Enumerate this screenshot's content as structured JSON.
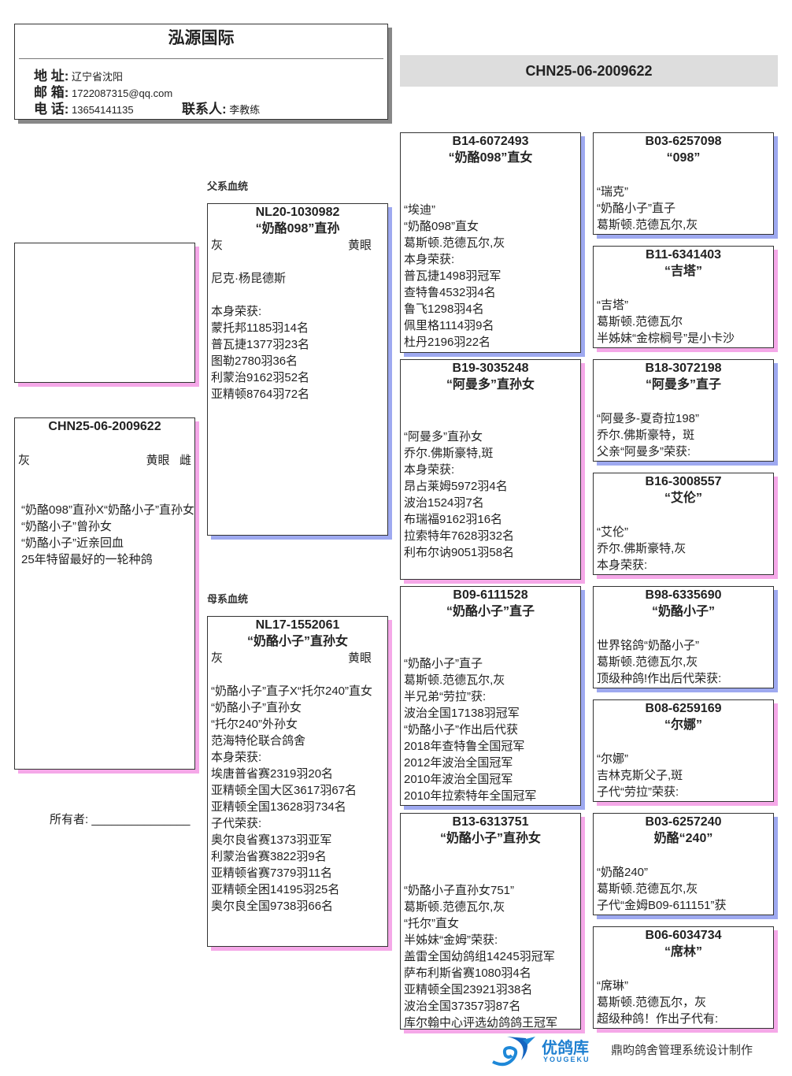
{
  "header": {
    "title": "泓源国际",
    "address_label": "地 址:",
    "address": "辽宁省沈阳",
    "email_label": "邮 箱:",
    "email": "1722087315@qq.com",
    "phone_label": "电 话:",
    "phone": "13654141135",
    "contact_label": "联系人:",
    "contact": "李教练"
  },
  "ring_title": "CHN25-06-2009622",
  "subject": {
    "ring": "CHN25-06-2009622",
    "color": "灰",
    "eye": "黄眼",
    "sex": "雌",
    "lines": [
      "“奶酪098”直孙X“奶酪小子”直孙女",
      "“奶酪小子”曾孙女",
      "“奶酪小子”近亲回血",
      "25年特留最好的一轮种鸽"
    ]
  },
  "owner": {
    "label": "所有者:",
    "blank": "_______________"
  },
  "sire_label": "父系血统",
  "dam_label": "母系血统",
  "sire": {
    "ring": "NL20-1030982",
    "name": "“奶酪098”直孙",
    "color": "灰",
    "eye": "黄眼",
    "lines": [
      "",
      "尼克·杨昆德斯",
      "",
      "本身荣获:",
      "蒙托邦1185羽14名",
      "普瓦捷1377羽23名",
      "图勒2780羽36名",
      "利蒙治9162羽52名",
      "亚精顿8764羽72名"
    ]
  },
  "dam": {
    "ring": "NL17-1552061",
    "name": "“奶酪小子”直孙女",
    "color": "灰",
    "eye": "黄眼",
    "lines": [
      "",
      "“奶酪小子”直子X“托尔240”直女",
      "“奶酪小子”直孙女",
      "“托尔240”外孙女",
      "范海特伦联合鸽舍",
      "本身荣获:",
      "埃唐普省赛2319羽20名",
      "亚精顿全国大区3617羽67名",
      "亚精顿全国13628羽734名",
      "子代荣获:",
      "奥尔良省赛1373羽亚军",
      "利蒙治省赛3822羽9名",
      "亚精顿省赛7379羽11名",
      "亚精顿全困14195羽25名",
      "奥尔良全国9738羽66名"
    ]
  },
  "grandparents": [
    {
      "ring": "B14-6072493",
      "name": "“奶酪098”直女",
      "lines": [
        "“埃迪”",
        "“奶酪098”直女",
        "葛斯顿.范德瓦尔,灰",
        "本身荣获:",
        "普瓦捷1498羽冠军",
        "查特鲁4532羽4名",
        "鲁飞1298羽4名",
        "佩里格1114羽9名",
        "杜丹2196羽22名"
      ]
    },
    {
      "ring": "B19-3035248",
      "name": "“阿曼多”直孙女",
      "lines": [
        "“阿曼多”直孙女",
        "乔尔.佛斯豪特,斑",
        "本身荣获:",
        "昂占莱姆5972羽4名",
        "波治1524羽7名",
        "布瑞福9162羽16名",
        "拉索特年7628羽32名",
        "利布尔讷9051羽58名"
      ]
    },
    {
      "ring": "B09-6111528",
      "name": "“奶酪小子”直子",
      "lines": [
        "“奶酪小子”直子",
        "葛斯顿.范德瓦尔,灰",
        "半兄弟“劳拉”获:",
        "波治全国17138羽冠军",
        "“奶酪小子”作出后代获",
        "2018年查特鲁全国冠军",
        "2012年波治全国冠军",
        "2010年波治全国冠军",
        "2010年拉索特年全国冠军"
      ]
    },
    {
      "ring": "B13-6313751",
      "name": "“奶酪小子”直孙女",
      "lines": [
        "“奶酪小子直孙女751”",
        "葛斯顿.范德瓦尔,灰",
        "“托尔”直女",
        "半姊妹“金姆”荣获:",
        "盖雷全国幼鸽组14245羽冠军",
        "萨布利斯省赛1080羽4名",
        "亚精顿全国23921羽38名",
        "波治全国37357羽87名",
        "库尔翰中心评选幼鸽鸽王冠军"
      ]
    }
  ],
  "great_grandparents": [
    {
      "ring": "B03-6257098",
      "name": "“098”",
      "lines": [
        "“瑞克”",
        "“奶酪小子”直子",
        "葛斯顿.范德瓦尔,灰"
      ]
    },
    {
      "ring": "B11-6341403",
      "name": "“吉塔”",
      "lines": [
        "“吉塔”",
        "葛斯顿.范德瓦尔",
        "半姊妹“金棕榈号”是小卡沙"
      ]
    },
    {
      "ring": "B18-3072198",
      "name": "“阿曼多”直子",
      "lines": [
        "“阿曼多-夏奇拉198”",
        "乔尔.佛斯豪特，斑",
        "父亲“阿曼多”荣获:"
      ]
    },
    {
      "ring": "B16-3008557",
      "name": "“艾伦”",
      "lines": [
        "“艾伦”",
        "乔尔.佛斯豪特,灰",
        "本身荣获:"
      ]
    },
    {
      "ring": "B98-6335690",
      "name": "“奶酪小子”",
      "lines": [
        "世界铭鸽“奶酪小子”",
        "葛斯顿.范德瓦尔,灰",
        "顶级种鸽!作出后代荣获:"
      ]
    },
    {
      "ring": "B08-6259169",
      "name": "“尔娜”",
      "lines": [
        "“尔娜”",
        "吉林克斯父子,斑",
        "子代“劳拉”荣获:"
      ]
    },
    {
      "ring": "B03-6257240",
      "name": "奶酪“240”",
      "lines": [
        "“奶酪240”",
        "葛斯顿.范德瓦尔,灰",
        "子代“金姆B09-611151”获"
      ]
    },
    {
      "ring": "B06-6034734",
      "name": "“席林”",
      "lines": [
        "“席琳”",
        "葛斯顿.范德瓦尔，灰",
        "超级种鸽！作出子代有:"
      ]
    }
  ],
  "footer": {
    "logo_cn": "优鸽库",
    "logo_en": "YOUGEKU",
    "credit": "鼎昀鸽舍管理系统设计制作"
  },
  "colors": {
    "male_shadow": "#9ea9f0",
    "female_shadow": "#f5a8e8",
    "title_bar": "#dddddd"
  }
}
